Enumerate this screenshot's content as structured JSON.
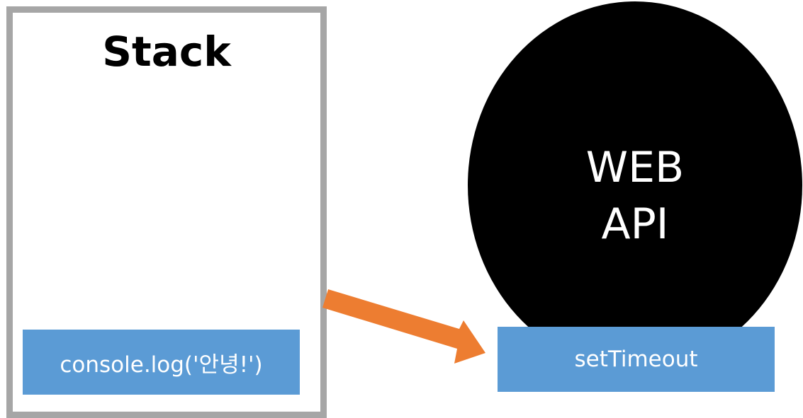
{
  "stack": {
    "title": "Stack",
    "frame_label": "console.log('안녕!')"
  },
  "web_api": {
    "line1": "WEB",
    "line2": "API",
    "slot_label": "setTimeout"
  },
  "colors": {
    "stack_border": "#a6a6a6",
    "block_fill": "#5b9bd5",
    "circle_fill": "#000000",
    "arrow_fill": "#ed7d31"
  },
  "icons": {
    "arrow": "right-down-arrow-icon"
  }
}
